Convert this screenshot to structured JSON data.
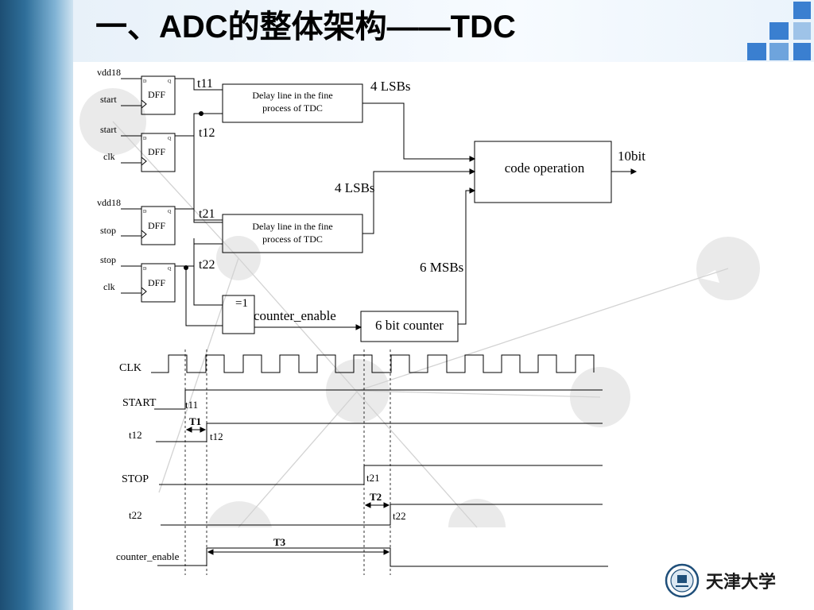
{
  "slide": {
    "title": "一、ADC的整体架构——TDC",
    "accent_color": "#3a7fd0"
  },
  "schematic": {
    "dff_label": "DFF",
    "dff_pin_d": "D",
    "dff_pin_q": "Q",
    "dff1_inputs": [
      "vdd18",
      "start"
    ],
    "dff2_inputs": [
      "start",
      "clk"
    ],
    "dff3_inputs": [
      "vdd18",
      "stop"
    ],
    "dff4_inputs": [
      "stop",
      "clk"
    ],
    "node_t11": "t11",
    "node_t12": "t12",
    "node_t21": "t21",
    "node_t22": "t22",
    "delay_line_1": [
      "Delay line in the fine",
      "process of TDC"
    ],
    "delay_line_2": [
      "Delay line in the fine",
      "process of TDC"
    ],
    "lsb_top": "4 LSBs",
    "lsb_mid": "4 LSBs",
    "msbs": "6 MSBs",
    "code_operation": "code operation",
    "output": "10bit",
    "xor_gate": "=1",
    "counter_enable": "counter_enable",
    "counter": "6 bit counter"
  },
  "timing": {
    "signals": [
      "CLK",
      "START",
      "t12",
      "STOP",
      "t22",
      "counter_enable"
    ],
    "edge_t11": "t11",
    "edge_t12": "t12",
    "edge_t21": "t21",
    "edge_t22": "t22",
    "interval_t1": "T1",
    "interval_t2": "T2",
    "interval_t3": "T3"
  },
  "logo": {
    "text": "天津大学"
  }
}
